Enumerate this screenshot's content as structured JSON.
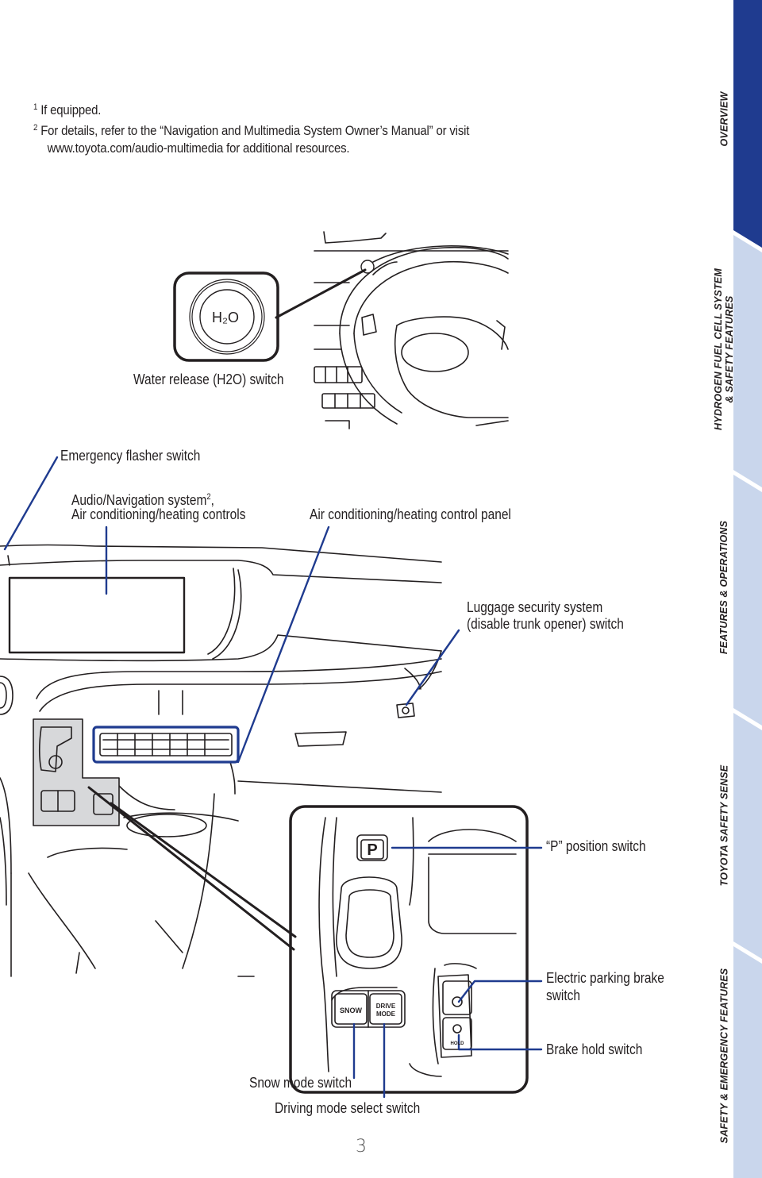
{
  "footnotes": [
    {
      "marker": "1",
      "text": "If equipped."
    },
    {
      "marker": "2",
      "text": "For details, refer to the “Navigation and Multimedia System Owner’s Manual” or visit",
      "continuation": "www.toyota.com/audio-multimedia for additional resources."
    }
  ],
  "labels": {
    "water_release": "Water release (H2O) switch",
    "h2o_button": "H₂O",
    "emergency_flasher": "Emergency flasher switch",
    "audio_nav": "Audio/Navigation system",
    "audio_nav_marker": "2",
    "audio_nav_suffix": ",",
    "ac_controls": "Air conditioning/heating controls",
    "ac_panel": "Air conditioning/heating control panel",
    "luggage_line1": "Luggage security system",
    "luggage_line2": "(disable trunk opener) switch",
    "p_position": "“P” position switch",
    "p_button": "P",
    "epb_line1": "Electric parking brake",
    "epb_line2": "switch",
    "brake_hold": "Brake hold switch",
    "snow_mode": "Snow mode switch",
    "drive_mode": "Driving mode select switch",
    "snow_button": "SNOW",
    "drive_button_1": "DRIVE",
    "drive_button_2": "MODE",
    "hold_button": "HOLD"
  },
  "tabs": [
    {
      "label": "OVERVIEW",
      "active": true
    },
    {
      "label": "HYDROGEN FUEL CELL SYSTEM",
      "label2": "& SAFETY FEATURES",
      "active": false
    },
    {
      "label": "FEATURES & OPERATIONS",
      "active": false
    },
    {
      "label": "TOYOTA SAFETY SENSE",
      "active": false
    },
    {
      "label": "SAFETY & EMERGENCY FEATURES",
      "active": false
    }
  ],
  "page_number": "3",
  "colors": {
    "accent": "#1f3b8f",
    "tab_inactive": "#c9d6ec",
    "callout": "#1f3b8f"
  }
}
